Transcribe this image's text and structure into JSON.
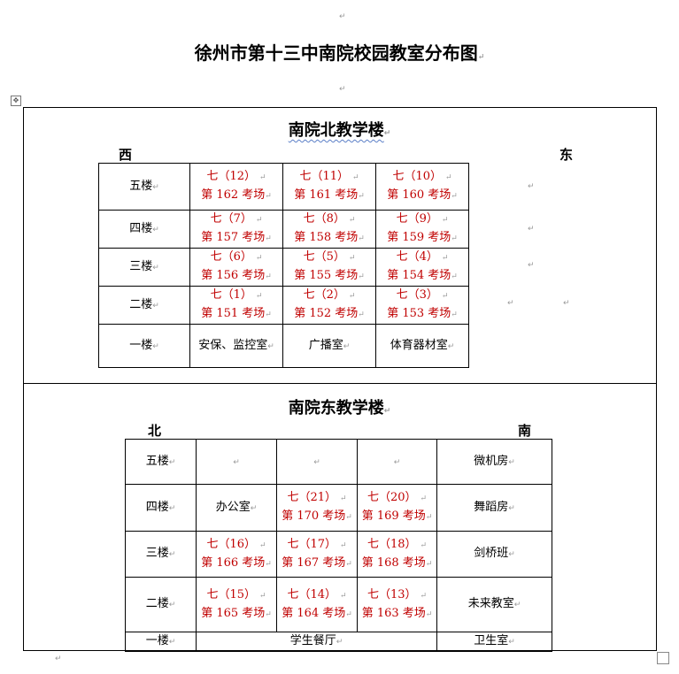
{
  "title": "徐州市第十三中南院校园教室分布图",
  "pm": "↵",
  "north": {
    "name": "南院北教学楼",
    "west": "西",
    "east": "东",
    "rows": [
      {
        "floor": "五楼",
        "cells": [
          {
            "cls": "七（12）",
            "room": "第 162 考场"
          },
          {
            "cls": "七（11）",
            "room": "第 161 考场"
          },
          {
            "cls": "七（10）",
            "room": "第 160 考场"
          }
        ]
      },
      {
        "floor": "四楼",
        "cells": [
          {
            "cls": "七（7）",
            "room": "第 157 考场"
          },
          {
            "cls": "七（8）",
            "room": "第 158 考场"
          },
          {
            "cls": "七（9）",
            "room": "第 159 考场"
          }
        ]
      },
      {
        "floor": "三楼",
        "cells": [
          {
            "cls": "七（6）",
            "room": "第 156 考场"
          },
          {
            "cls": "七（5）",
            "room": "第 155 考场"
          },
          {
            "cls": "七（4）",
            "room": "第 154 考场"
          }
        ]
      },
      {
        "floor": "二楼",
        "cells": [
          {
            "cls": "七（1）",
            "room": "第 151 考场"
          },
          {
            "cls": "七（2）",
            "room": "第 152 考场"
          },
          {
            "cls": "七（3）",
            "room": "第 153 考场"
          }
        ]
      },
      {
        "floor": "一楼",
        "cells": [
          {
            "text": "安保、监控室"
          },
          {
            "text": "广播室"
          },
          {
            "text": "体育器材室"
          }
        ]
      }
    ]
  },
  "east": {
    "name": "南院东教学楼",
    "north": "北",
    "south": "南",
    "rows": [
      {
        "floor": "五楼",
        "cells": [
          {
            "text": ""
          },
          {
            "text": ""
          },
          {
            "text": ""
          },
          {
            "text": "微机房"
          }
        ]
      },
      {
        "floor": "四楼",
        "cells": [
          {
            "text": "办公室"
          },
          {
            "cls": "七（21）",
            "room": "第 170 考场"
          },
          {
            "cls": "七（20）",
            "room": "第 169 考场"
          },
          {
            "text": "舞蹈房"
          }
        ]
      },
      {
        "floor": "三楼",
        "cells": [
          {
            "cls": "七（16）",
            "room": "第 166 考场"
          },
          {
            "cls": "七（17）",
            "room": "第 167 考场"
          },
          {
            "cls": "七（18）",
            "room": "第 168 考场"
          },
          {
            "text": "剑桥班"
          }
        ]
      },
      {
        "floor": "二楼",
        "cells": [
          {
            "cls": "七（15）",
            "room": "第 165 考场"
          },
          {
            "cls": "七（14）",
            "room": "第 164 考场"
          },
          {
            "cls": "七（13）",
            "room": "第 163 考场"
          },
          {
            "text": "未来教室"
          }
        ]
      },
      {
        "floor": "一楼",
        "cells": [
          {
            "text": "学生餐厅",
            "span": 3
          },
          {
            "text": "卫生室"
          }
        ]
      }
    ]
  }
}
